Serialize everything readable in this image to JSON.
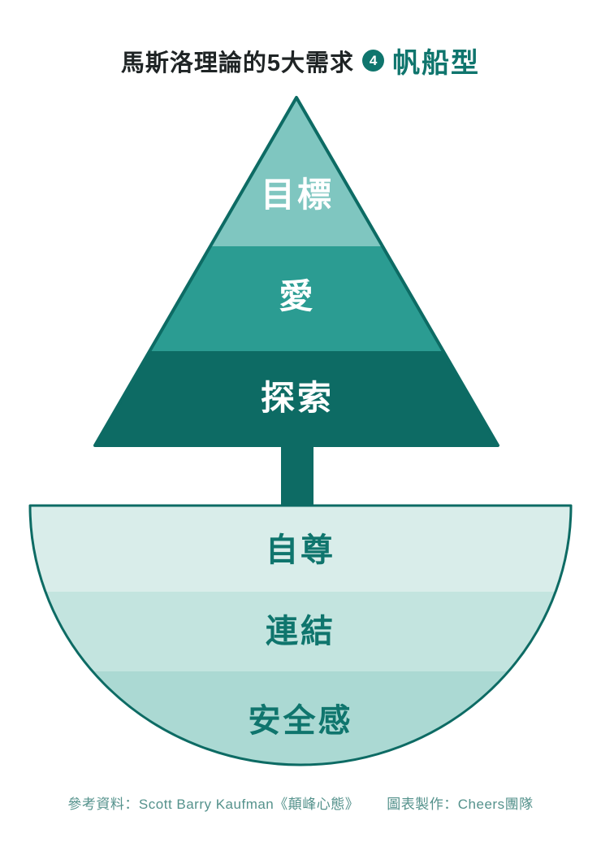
{
  "title": {
    "prefix": "馬斯洛理論的5大需求",
    "badge_number": "4",
    "suffix": "帆船型"
  },
  "sail": {
    "levels": [
      {
        "label": "目標",
        "color": "#7fc6c0"
      },
      {
        "label": "愛",
        "color": "#2b9c92"
      },
      {
        "label": "探索",
        "color": "#0d6b64"
      }
    ]
  },
  "hull": {
    "levels": [
      {
        "label": "自尊",
        "color": "#d9edea"
      },
      {
        "label": "連結",
        "color": "#c3e4df"
      },
      {
        "label": "安全感",
        "color": "#abd9d3"
      }
    ]
  },
  "footer": {
    "reference": "參考資料：Scott Barry Kaufman《顛峰心態》",
    "credit": "圖表製作：Cheers團隊"
  },
  "colors": {
    "outline": "#0d6b64",
    "mast": "#0d6b64",
    "sail_text": "#ffffff",
    "hull_text": "#0f756d",
    "accent": "#0f756d",
    "title_text": "#1f2425",
    "footer_text": "#55928c",
    "background": "#ffffff"
  }
}
